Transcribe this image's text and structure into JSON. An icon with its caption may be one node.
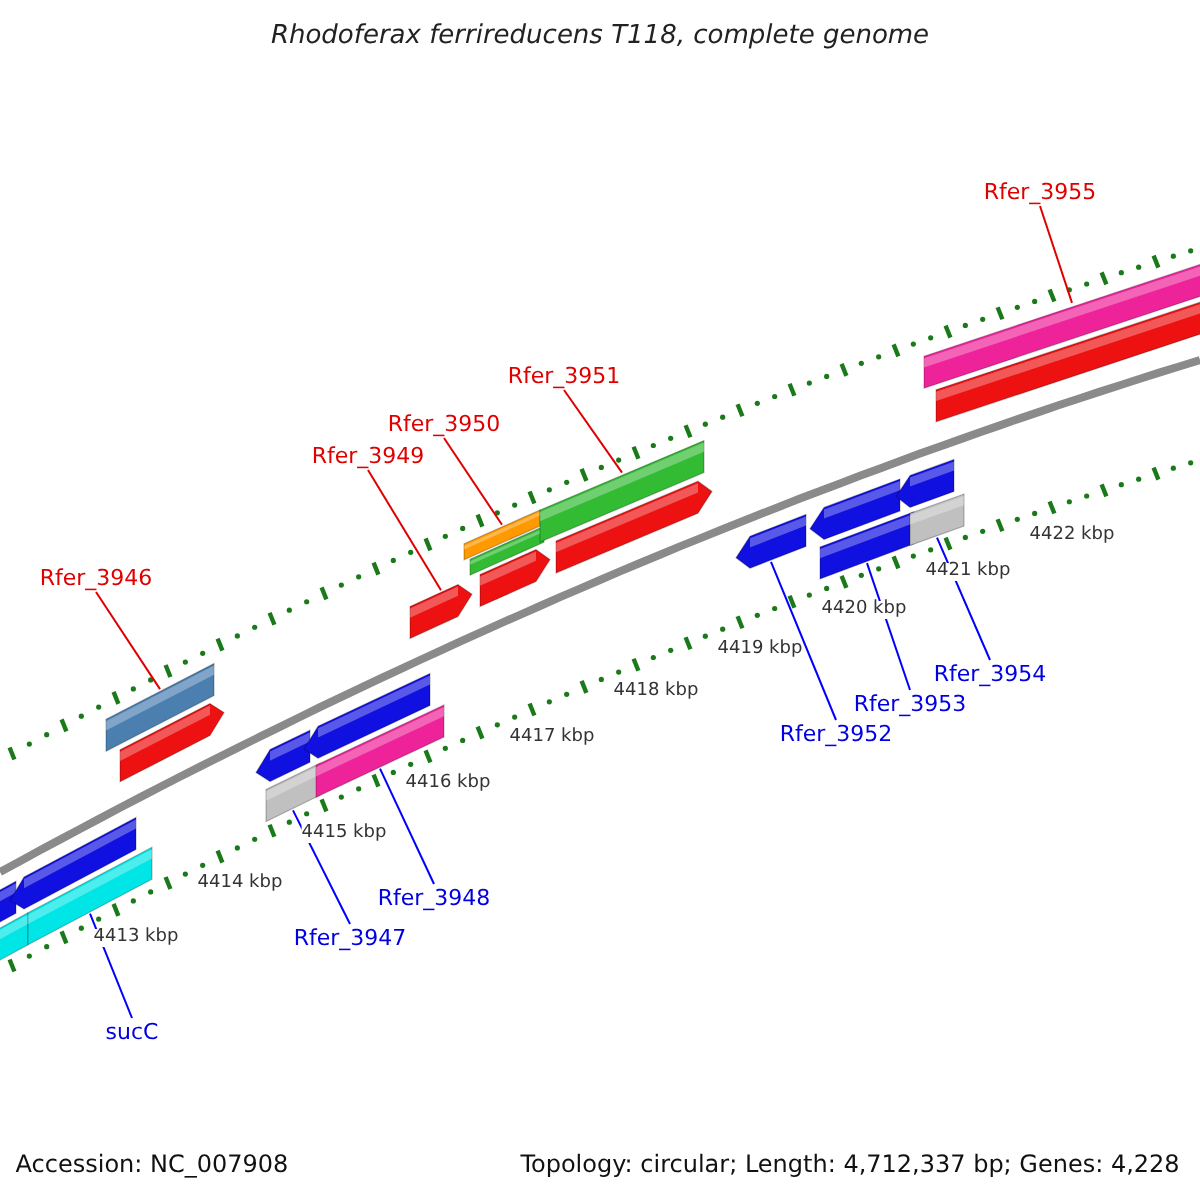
{
  "diagram": {
    "title": "Rhodoferax ferrireducens T118, complete genome",
    "nodes": [
      {
        "text": [
          "Rfer_3955"
        ]
      },
      {
        "text": [
          "Rfer_3951"
        ]
      },
      {
        "text": [
          "Rfer_3950"
        ]
      },
      {
        "text": [
          "Rfer_3949"
        ]
      },
      {
        "text": [
          "Rfer_3946"
        ]
      },
      {
        "text": [
          "Rfer_3954"
        ]
      },
      {
        "text": [
          "Rfer_3953"
        ]
      },
      {
        "text": [
          "Rfer_3952"
        ]
      },
      {
        "text": [
          "Rfer_3948"
        ]
      },
      {
        "text": [
          "Rfer_3947"
        ]
      },
      {
        "text": [
          "sucC"
        ]
      },
      {
        "text": [],
        "shape": "bar"
      },
      {
        "text": [],
        "shape": "bar"
      },
      {
        "text": [],
        "shape": "bar"
      },
      {
        "text": [],
        "shape": "bar"
      },
      {
        "text": [],
        "shape": "bar"
      },
      {
        "text": [],
        "shape": "bar"
      },
      {
        "text": [],
        "shape": "bar"
      },
      {
        "text": [],
        "shape": "bar"
      },
      {
        "text": [],
        "shape": "bar"
      },
      {
        "text": [],
        "shape": "bar"
      },
      {
        "text": [],
        "shape": "bar"
      },
      {
        "text": [],
        "shape": "bar"
      },
      {
        "text": [],
        "shape": "bar"
      },
      {
        "text": [],
        "shape": "bar"
      },
      {
        "text": [],
        "shape": "bar"
      },
      {
        "text": [],
        "shape": "bar"
      },
      {
        "text": [],
        "shape": "bar"
      },
      {
        "text": [],
        "shape": "bar"
      },
      {
        "text": [],
        "shape": "bar"
      },
      {
        "text": [],
        "shape": "bar"
      },
      {
        "text": [],
        "shape": "bar"
      },
      {
        "text": [],
        "shape": "bar"
      },
      {
        "text": [],
        "shape": "bar"
      }
    ],
    "edges": [
      {
        "from": 0,
        "to": 32,
        "arrow": "none",
        "color": "#e00000"
      },
      {
        "from": 1,
        "to": 25,
        "arrow": "none",
        "color": "#e00000"
      },
      {
        "from": 2,
        "to": 22,
        "arrow": "none",
        "color": "#e00000"
      },
      {
        "from": 3,
        "to": 21,
        "arrow": "none",
        "color": "#e00000"
      },
      {
        "from": 4,
        "to": 15,
        "arrow": "none",
        "color": "#e00000"
      },
      {
        "from": 5,
        "to": 31,
        "arrow": "none",
        "color": "#0000ff"
      },
      {
        "from": 6,
        "to": 29,
        "arrow": "none",
        "color": "#0000ff"
      },
      {
        "from": 7,
        "to": 27,
        "arrow": "none",
        "color": "#0000ff"
      },
      {
        "from": 8,
        "to": 20,
        "arrow": "none",
        "color": "#0000ff"
      },
      {
        "from": 9,
        "to": 18,
        "arrow": "none",
        "color": "#0000ff"
      },
      {
        "from": 10,
        "to": 14,
        "arrow": "none",
        "color": "#0000ff"
      }
    ],
    "labels": [
      "4422 kbp",
      "4421 kbp",
      "4420 kbp",
      "4419 kbp",
      "4418 kbp",
      "4417 kbp",
      "4416 kbp",
      "4415 kbp",
      "4414 kbp",
      "4413 kbp",
      "Accession: NC_007908",
      "Topology: circular; Length: 4,712,337 bp; Genes: 4,228"
    ]
  }
}
